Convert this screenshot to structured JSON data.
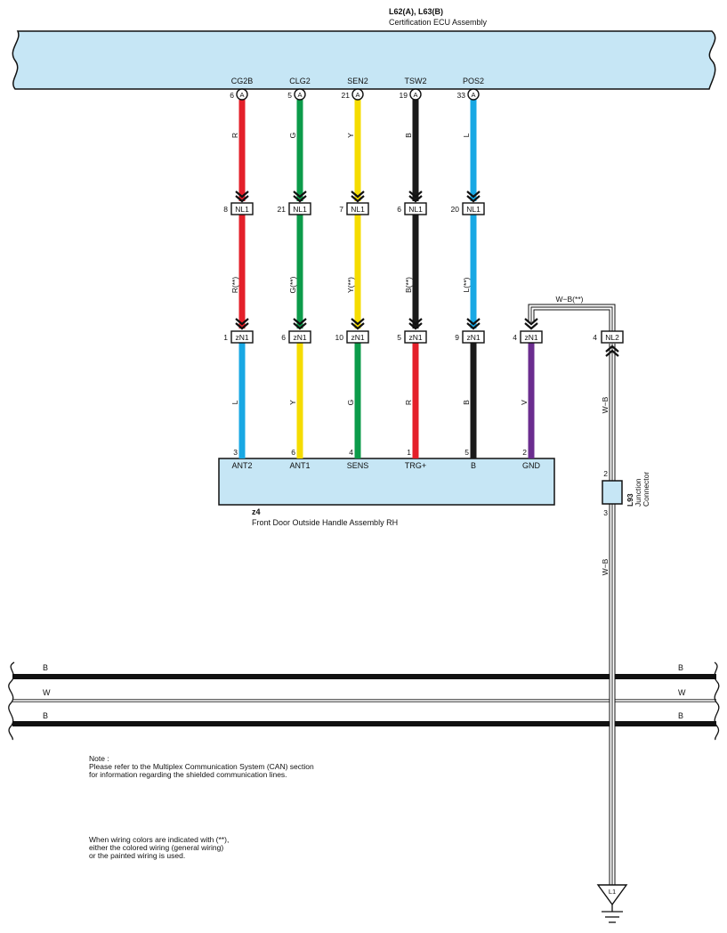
{
  "ecu": {
    "code": "L62(A), L63(B)",
    "name": "Certification ECU Assembly"
  },
  "circuits": [
    {
      "terminal": "CG2B",
      "ecu_pin": "6",
      "ecu_connector": "A",
      "wire1_color_code": "R",
      "wire1_color": "#e4202a",
      "nl1_pin": "8",
      "nl1_name": "NL1",
      "wire2_color_code": "R(**)",
      "zn1_pin": "1",
      "zn1_name": "zN1",
      "wire3_color_code": "L",
      "wire3_color": "#18a8e4",
      "z4_pin": "3",
      "z4_terminal": "ANT2"
    },
    {
      "terminal": "CLG2",
      "ecu_pin": "5",
      "ecu_connector": "A",
      "wire1_color_code": "G",
      "wire1_color": "#0c9b4a",
      "nl1_pin": "21",
      "nl1_name": "NL1",
      "wire2_color_code": "G(**)",
      "zn1_pin": "6",
      "zn1_name": "zN1",
      "wire3_color_code": "Y",
      "wire3_color": "#f5dc00",
      "z4_pin": "6",
      "z4_terminal": "ANT1"
    },
    {
      "terminal": "SEN2",
      "ecu_pin": "21",
      "ecu_connector": "A",
      "wire1_color_code": "Y",
      "wire1_color": "#f5dc00",
      "nl1_pin": "7",
      "nl1_name": "NL1",
      "wire2_color_code": "Y(**)",
      "zn1_pin": "10",
      "zn1_name": "zN1",
      "wire3_color_code": "G",
      "wire3_color": "#0c9b4a",
      "z4_pin": "4",
      "z4_terminal": "SENS"
    },
    {
      "terminal": "TSW2",
      "ecu_pin": "19",
      "ecu_connector": "A",
      "wire1_color_code": "B",
      "wire1_color": "#1a1a1a",
      "nl1_pin": "6",
      "nl1_name": "NL1",
      "wire2_color_code": "B(**)",
      "zn1_pin": "5",
      "zn1_name": "zN1",
      "wire3_color_code": "R",
      "wire3_color": "#e4202a",
      "z4_pin": "1",
      "z4_terminal": "TRG+"
    },
    {
      "terminal": "POS2",
      "ecu_pin": "33",
      "ecu_connector": "A",
      "wire1_color_code": "L",
      "wire1_color": "#18a8e4",
      "nl1_pin": "20",
      "nl1_name": "NL1",
      "wire2_color_code": "L(**)",
      "zn1_pin": "9",
      "zn1_name": "zN1",
      "wire3_color_code": "B",
      "wire3_color": "#1a1a1a",
      "z4_pin": "5",
      "z4_terminal": "B"
    }
  ],
  "ground_circuit": {
    "zn1_pin": "4",
    "zn1_name": "zN1",
    "wire3_color_code": "V",
    "wire3_color": "#6b2d8f",
    "z4_pin": "2",
    "z4_terminal": "GND",
    "shield_wire_label": "W−B(**)",
    "nl2_pin": "4",
    "nl2_name": "NL2",
    "drain_color_code_upper": "W−B",
    "drain_color_code_lower": "W−B",
    "junction": {
      "code": "L93",
      "line1": "Junction",
      "line2": "Connector",
      "pin_in": "2",
      "pin_out": "3"
    },
    "ground_point": "L1"
  },
  "z4": {
    "code": "z4",
    "name": "Front Door Outside Handle Assembly RH"
  },
  "shield_lines": [
    {
      "color_code": "B"
    },
    {
      "color_code": "W"
    },
    {
      "color_code": "B"
    }
  ],
  "notes": {
    "shield": [
      "Note :",
      "Please refer to the Multiplex Communication System (CAN) section",
      "for information regarding the shielded communication lines."
    ],
    "color": [
      "When wiring colors are indicated with (**),",
      "either the colored wiring (general wiring)",
      "or the painted wiring is used."
    ]
  }
}
